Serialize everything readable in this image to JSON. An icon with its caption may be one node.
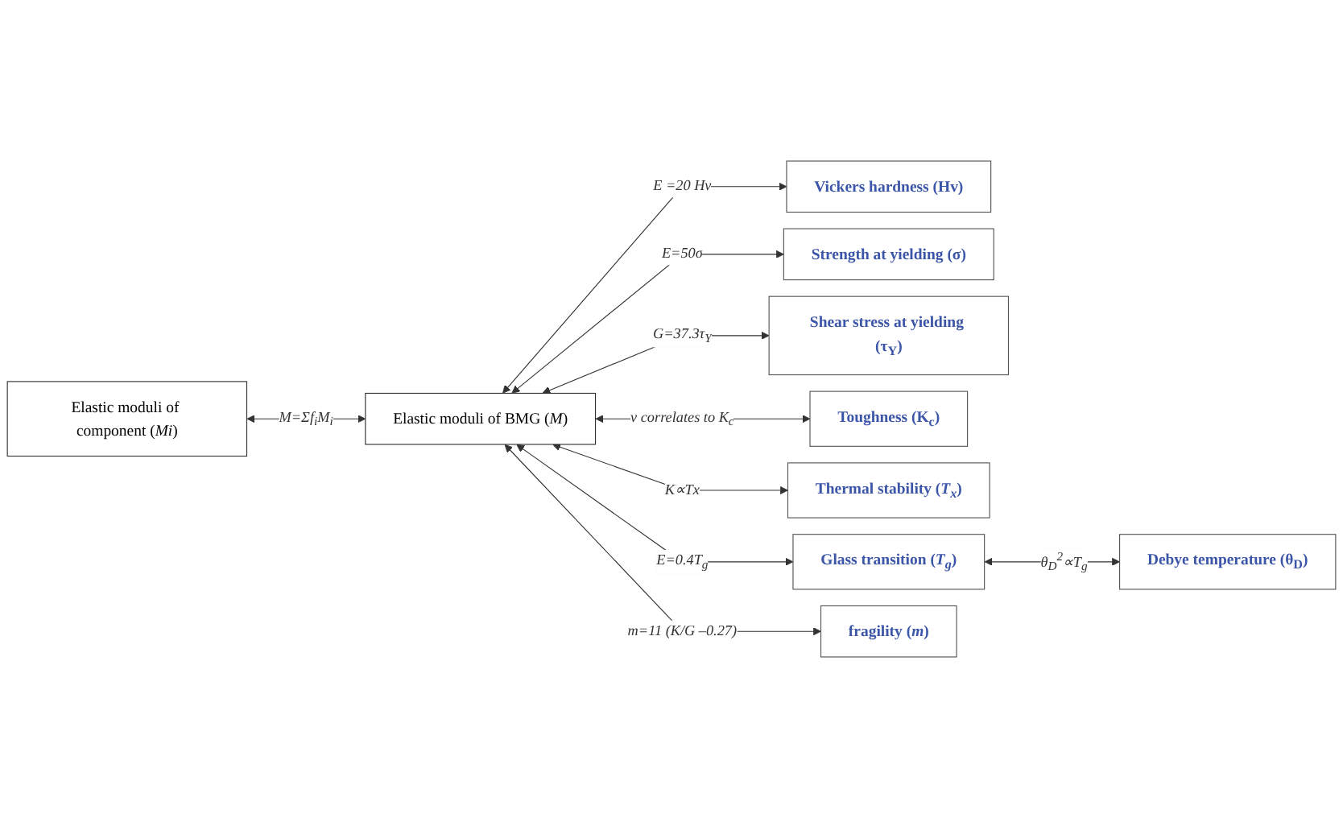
{
  "diagram": {
    "nodes": [
      {
        "text": [
          "Elastic moduli of component (*Mi*)"
        ]
      },
      {
        "text": [
          "Elastic moduli of BMG (*M*)"
        ]
      },
      {
        "text": [
          "Vickers hardness (Hv)"
        ]
      },
      {
        "text": [
          "Strength at yielding (σ)"
        ]
      },
      {
        "text": [
          "Shear stress at yielding (τ$_{Y}$)"
        ]
      },
      {
        "text": [
          "Toughness (K$_{c}$)"
        ]
      },
      {
        "text": [
          "Thermal stability (*T$_{x}$*)"
        ]
      },
      {
        "text": [
          "Glass transition (*T$_{g}$*)"
        ]
      },
      {
        "text": [
          "Debye temperature (θ$_{D}$)"
        ]
      },
      {
        "text": [
          "fragility (*m*)"
        ]
      }
    ],
    "edges": [
      {
        "from": 0,
        "to": 1,
        "arrow": "both",
        "label": "M=Σf$_{i}$M$_{i}$"
      },
      {
        "from": 1,
        "to": 2,
        "arrow": "both",
        "label": "E =20 Hv"
      },
      {
        "from": 1,
        "to": 3,
        "arrow": "both",
        "label": "E=50σ"
      },
      {
        "from": 1,
        "to": 4,
        "arrow": "both",
        "label": "G=37.3τ$_{Y}$"
      },
      {
        "from": 1,
        "to": 5,
        "arrow": "both",
        "label": "ν correlates to K$_{c}$"
      },
      {
        "from": 1,
        "to": 6,
        "arrow": "both",
        "label": "K∝Tx"
      },
      {
        "from": 1,
        "to": 7,
        "arrow": "both",
        "label": "E=0.4T$_{g}$"
      },
      {
        "from": 7,
        "to": 8,
        "arrow": "both",
        "label": "θ$_{D}$$^{2}$∝T$_{g}$"
      },
      {
        "from": 1,
        "to": 9,
        "arrow": "both",
        "label": "m=11 (K/G –0.27)"
      }
    ]
  }
}
